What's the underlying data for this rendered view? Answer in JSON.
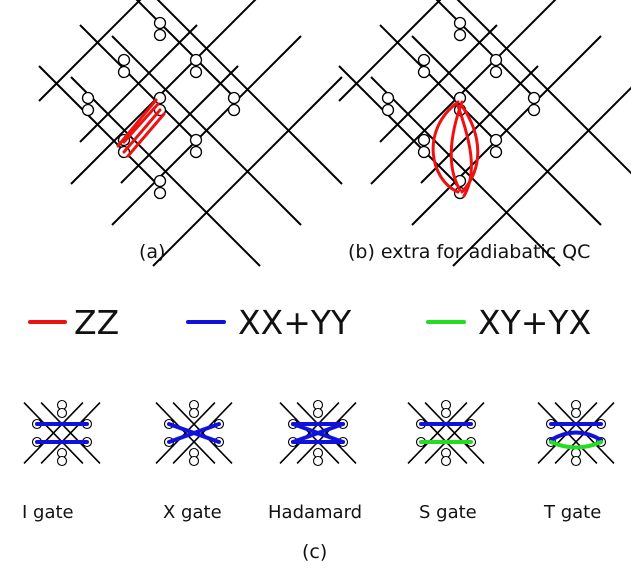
{
  "panels": {
    "a": {
      "caption": "(a)"
    },
    "b": {
      "caption": "(b) extra for adiabatic QC"
    },
    "c": {
      "caption": "(c)"
    }
  },
  "legend": [
    {
      "label": "ZZ",
      "color": "#ee1111"
    },
    {
      "label": "XX+YY",
      "color": "#1111dd"
    },
    {
      "label": "XY+YX",
      "color": "#22dd22"
    }
  ],
  "gates": [
    {
      "label": "I gate"
    },
    {
      "label": "X gate"
    },
    {
      "label": "Hadamard"
    },
    {
      "label": "S gate"
    },
    {
      "label": "T gate"
    }
  ]
}
